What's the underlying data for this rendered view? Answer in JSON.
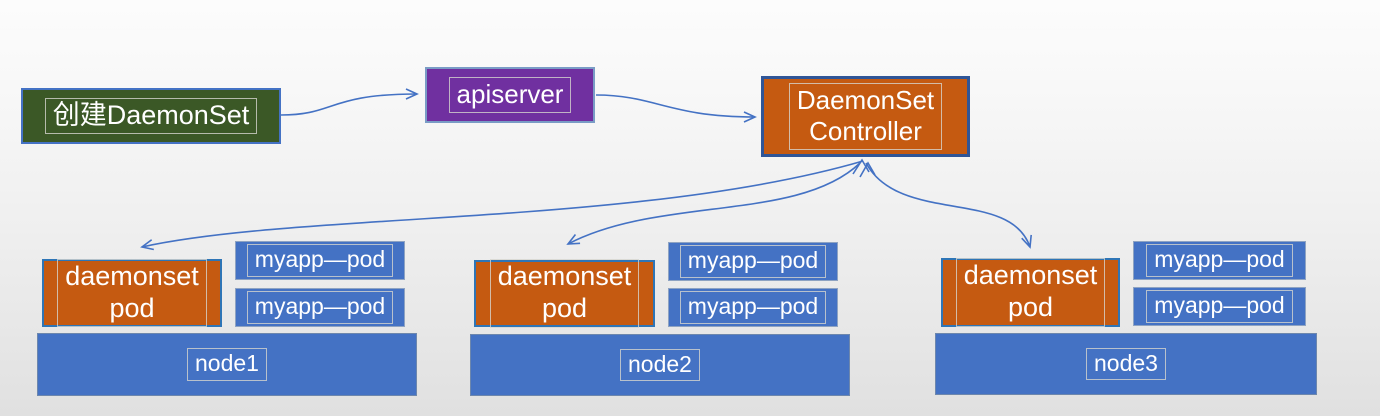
{
  "diagram": {
    "title_hint": "DaemonSet creation flow",
    "flow": {
      "create": {
        "label": "创建DaemonSet"
      },
      "apiserver": {
        "label": "apiserver"
      },
      "controller": {
        "line1": "DaemonSet",
        "line2": "Controller"
      }
    },
    "nodes": [
      {
        "daemonset": {
          "line1": "daemonset",
          "line2": "pod"
        },
        "pods": [
          "myapp—pod",
          "myapp—pod"
        ],
        "label": "node1"
      },
      {
        "daemonset": {
          "line1": "daemonset",
          "line2": "pod"
        },
        "pods": [
          "myapp—pod",
          "myapp—pod"
        ],
        "label": "node2"
      },
      {
        "daemonset": {
          "line1": "daemonset",
          "line2": "pod"
        },
        "pods": [
          "myapp—pod",
          "myapp—pod"
        ],
        "label": "node3"
      }
    ],
    "colors": {
      "create_fill": "#3b5826",
      "apiserver_fill": "#7030a0",
      "controller_fill": "#c55a11",
      "daemonset_fill": "#c55a11",
      "pod_fill": "#4472c4",
      "node_fill": "#4472c4",
      "arrow": "#4472c4",
      "create_border": "#4472c4",
      "apiserver_border": "#7a9cc6",
      "controller_border": "#2f5597"
    }
  }
}
